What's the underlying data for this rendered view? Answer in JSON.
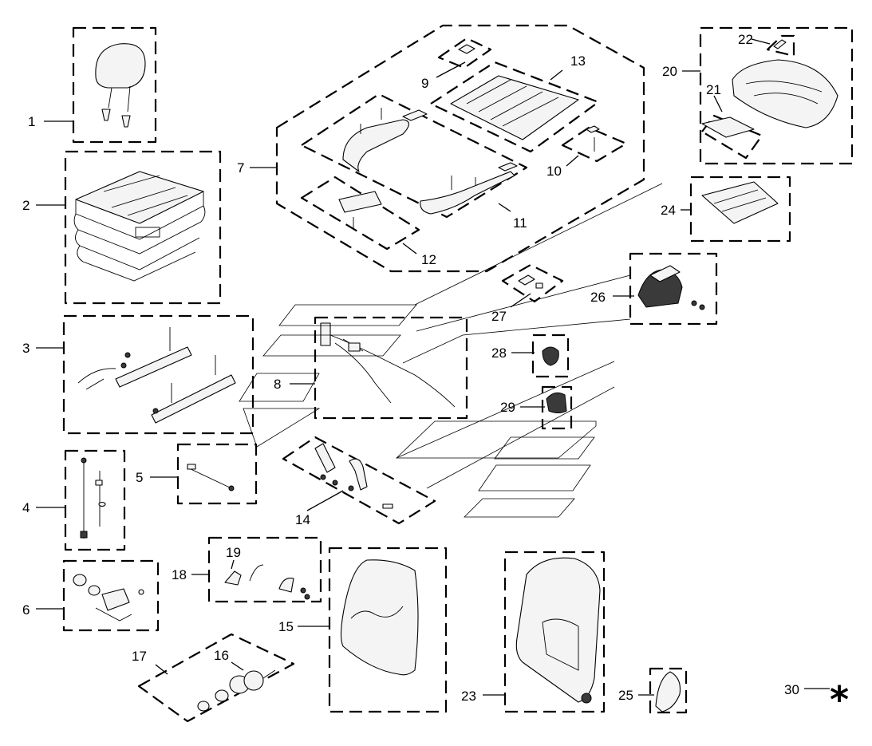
{
  "callouts": [
    {
      "id": "c1",
      "label": "1"
    },
    {
      "id": "c2",
      "label": "2"
    },
    {
      "id": "c3",
      "label": "3"
    },
    {
      "id": "c4",
      "label": "4"
    },
    {
      "id": "c5",
      "label": "5"
    },
    {
      "id": "c6",
      "label": "6"
    },
    {
      "id": "c7",
      "label": "7"
    },
    {
      "id": "c8",
      "label": "8"
    },
    {
      "id": "c9",
      "label": "9"
    },
    {
      "id": "c10",
      "label": "10"
    },
    {
      "id": "c11",
      "label": "11"
    },
    {
      "id": "c12",
      "label": "12"
    },
    {
      "id": "c13",
      "label": "13"
    },
    {
      "id": "c14",
      "label": "14"
    },
    {
      "id": "c15",
      "label": "15"
    },
    {
      "id": "c16",
      "label": "16"
    },
    {
      "id": "c17",
      "label": "17"
    },
    {
      "id": "c18",
      "label": "18"
    },
    {
      "id": "c19",
      "label": "19"
    },
    {
      "id": "c20",
      "label": "20"
    },
    {
      "id": "c21",
      "label": "21"
    },
    {
      "id": "c22",
      "label": "22"
    },
    {
      "id": "c23",
      "label": "23"
    },
    {
      "id": "c24",
      "label": "24"
    },
    {
      "id": "c25",
      "label": "25"
    },
    {
      "id": "c26",
      "label": "26"
    },
    {
      "id": "c27",
      "label": "27"
    },
    {
      "id": "c28",
      "label": "28"
    },
    {
      "id": "c29",
      "label": "29"
    },
    {
      "id": "c30",
      "label": "30"
    }
  ],
  "symbols": {
    "asterisk": "*"
  }
}
